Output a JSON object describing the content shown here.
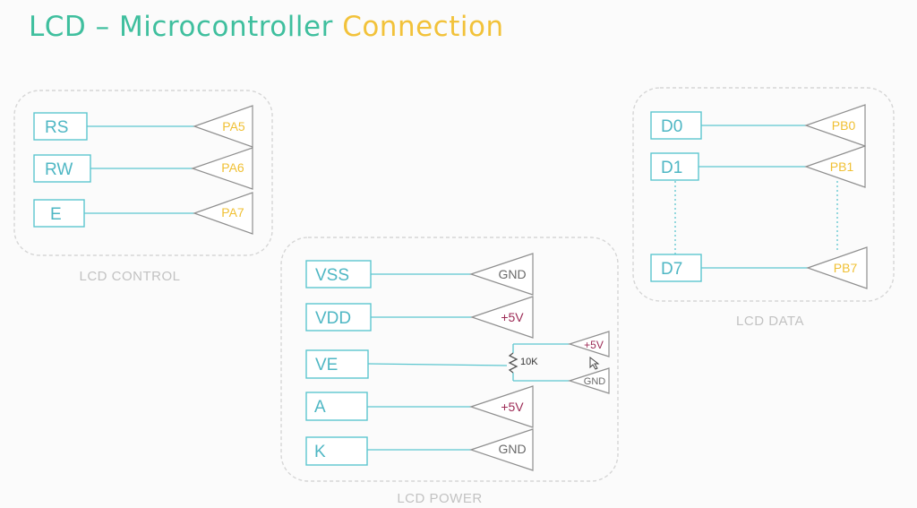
{
  "title": {
    "part1": "LCD – Microcontroller",
    "part2": "Connection",
    "color1": "#3fbf9e",
    "color2": "#f2c23a"
  },
  "colors": {
    "pin_text": "#4fb7c4",
    "port_text": "#f0c034",
    "power_plus": "#9c2a55",
    "power_gnd": "#6a6a6a"
  },
  "groups": {
    "control": {
      "label": "LCD CONTROL",
      "pins": [
        {
          "pin": "RS",
          "port": "PA5"
        },
        {
          "pin": "RW",
          "port": "PA6"
        },
        {
          "pin": "E",
          "port": "PA7"
        }
      ]
    },
    "power": {
      "label": "LCD POWER",
      "pins": [
        {
          "pin": "VSS",
          "supply": "GND",
          "kind": "gnd"
        },
        {
          "pin": "VDD",
          "supply": "+5V",
          "kind": "plus"
        },
        {
          "pin": "VE",
          "supply": "",
          "kind": "pot"
        },
        {
          "pin": "A",
          "supply": "+5V",
          "kind": "plus"
        },
        {
          "pin": "K",
          "supply": "GND",
          "kind": "gnd"
        }
      ],
      "pot": {
        "label": "10K",
        "top": "+5V",
        "bottom": "GND"
      }
    },
    "data": {
      "label": "LCD DATA",
      "pins": [
        {
          "pin": "D0",
          "port": "PB0"
        },
        {
          "pin": "D1",
          "port": "PB1"
        },
        {
          "pin": "D7",
          "port": "PB7"
        }
      ]
    }
  }
}
